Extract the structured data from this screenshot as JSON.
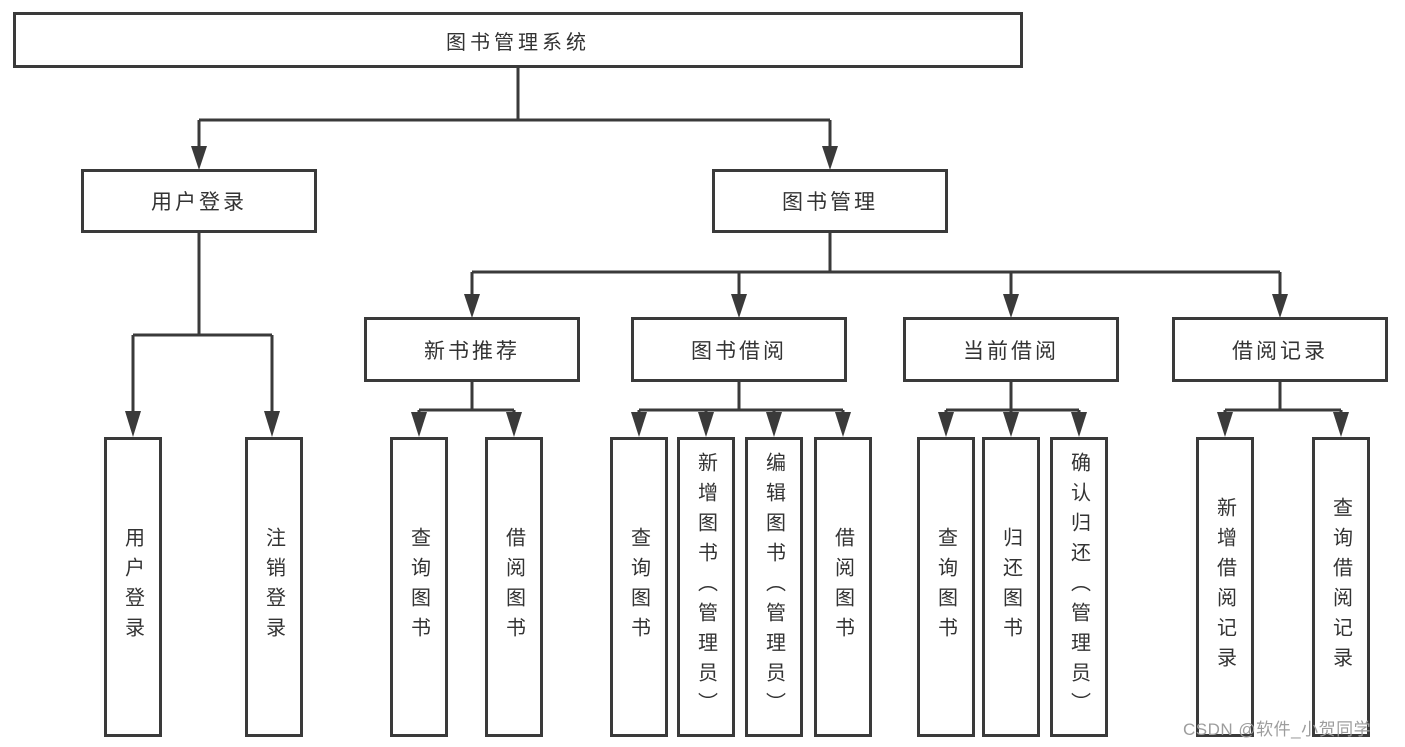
{
  "diagram": {
    "title": "图书管理系统",
    "tree": {
      "label": "图书管理系统",
      "children": [
        {
          "label": "用户登录",
          "children": [
            {
              "label": "用户登录"
            },
            {
              "label": "注销登录"
            }
          ]
        },
        {
          "label": "图书管理",
          "children": [
            {
              "label": "新书推荐",
              "children": [
                {
                  "label": "查询图书"
                },
                {
                  "label": "借阅图书"
                }
              ]
            },
            {
              "label": "图书借阅",
              "children": [
                {
                  "label": "查询图书"
                },
                {
                  "label": "新增图书（管理员）"
                },
                {
                  "label": "编辑图书（管理员）"
                },
                {
                  "label": "借阅图书"
                }
              ]
            },
            {
              "label": "当前借阅",
              "children": [
                {
                  "label": "查询图书"
                },
                {
                  "label": "归还图书"
                },
                {
                  "label": "确认归还（管理员）"
                }
              ]
            },
            {
              "label": "借阅记录",
              "children": [
                {
                  "label": "新增借阅记录"
                },
                {
                  "label": "查询借阅记录"
                }
              ]
            }
          ]
        }
      ]
    },
    "watermark": "CSDN @软件_小贺同学",
    "colors": {
      "line": "#3a3a3a",
      "text": "#333333",
      "background": "#ffffff",
      "watermark": "#9d9d9d"
    }
  }
}
